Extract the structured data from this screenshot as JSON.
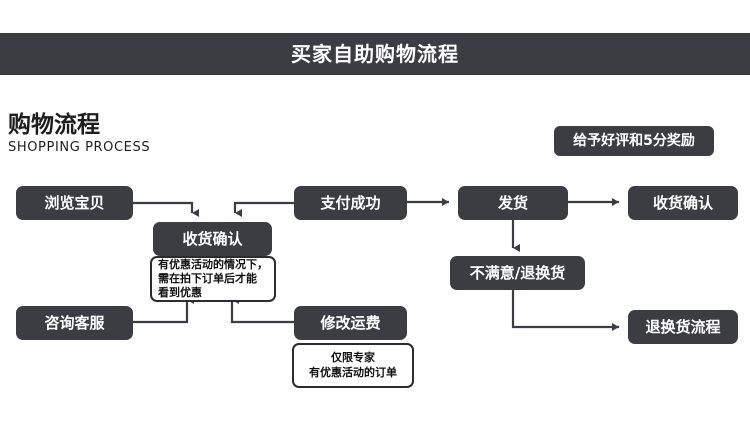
{
  "header": {
    "title": "买家自助购物流程",
    "bar_color": "#3c3c43"
  },
  "section": {
    "title_cn": "购物流程",
    "title_en": "SHOPPING PROCESS"
  },
  "badge": {
    "label": "给予好评和5分奖励"
  },
  "nodes": {
    "browse": {
      "label": "浏览宝贝"
    },
    "confirm_receipt_mid": {
      "label": "收货确认"
    },
    "pay_success": {
      "label": "支付成功"
    },
    "ship": {
      "label": "发货"
    },
    "confirm_receipt_right": {
      "label": "收货确认"
    },
    "dissatisfied": {
      "label": "不满意/退换货"
    },
    "return_process": {
      "label": "退换货流程"
    },
    "contact_service": {
      "label": "咨询客服"
    },
    "modify_shipping": {
      "label": "修改运费"
    }
  },
  "notes": {
    "discount": {
      "lines": [
        "有优惠活动的情况下，",
        "需在拍下订单后才能",
        "看到优惠"
      ]
    },
    "expert_only": {
      "lines": [
        "仅限专家",
        "有优惠活动的订单"
      ]
    }
  },
  "colors": {
    "node_fill": "#3c3c43",
    "node_text": "#ffffff",
    "note_border": "#2b2b30",
    "connector": "#3c3c43",
    "page_background": "#ffffff"
  }
}
